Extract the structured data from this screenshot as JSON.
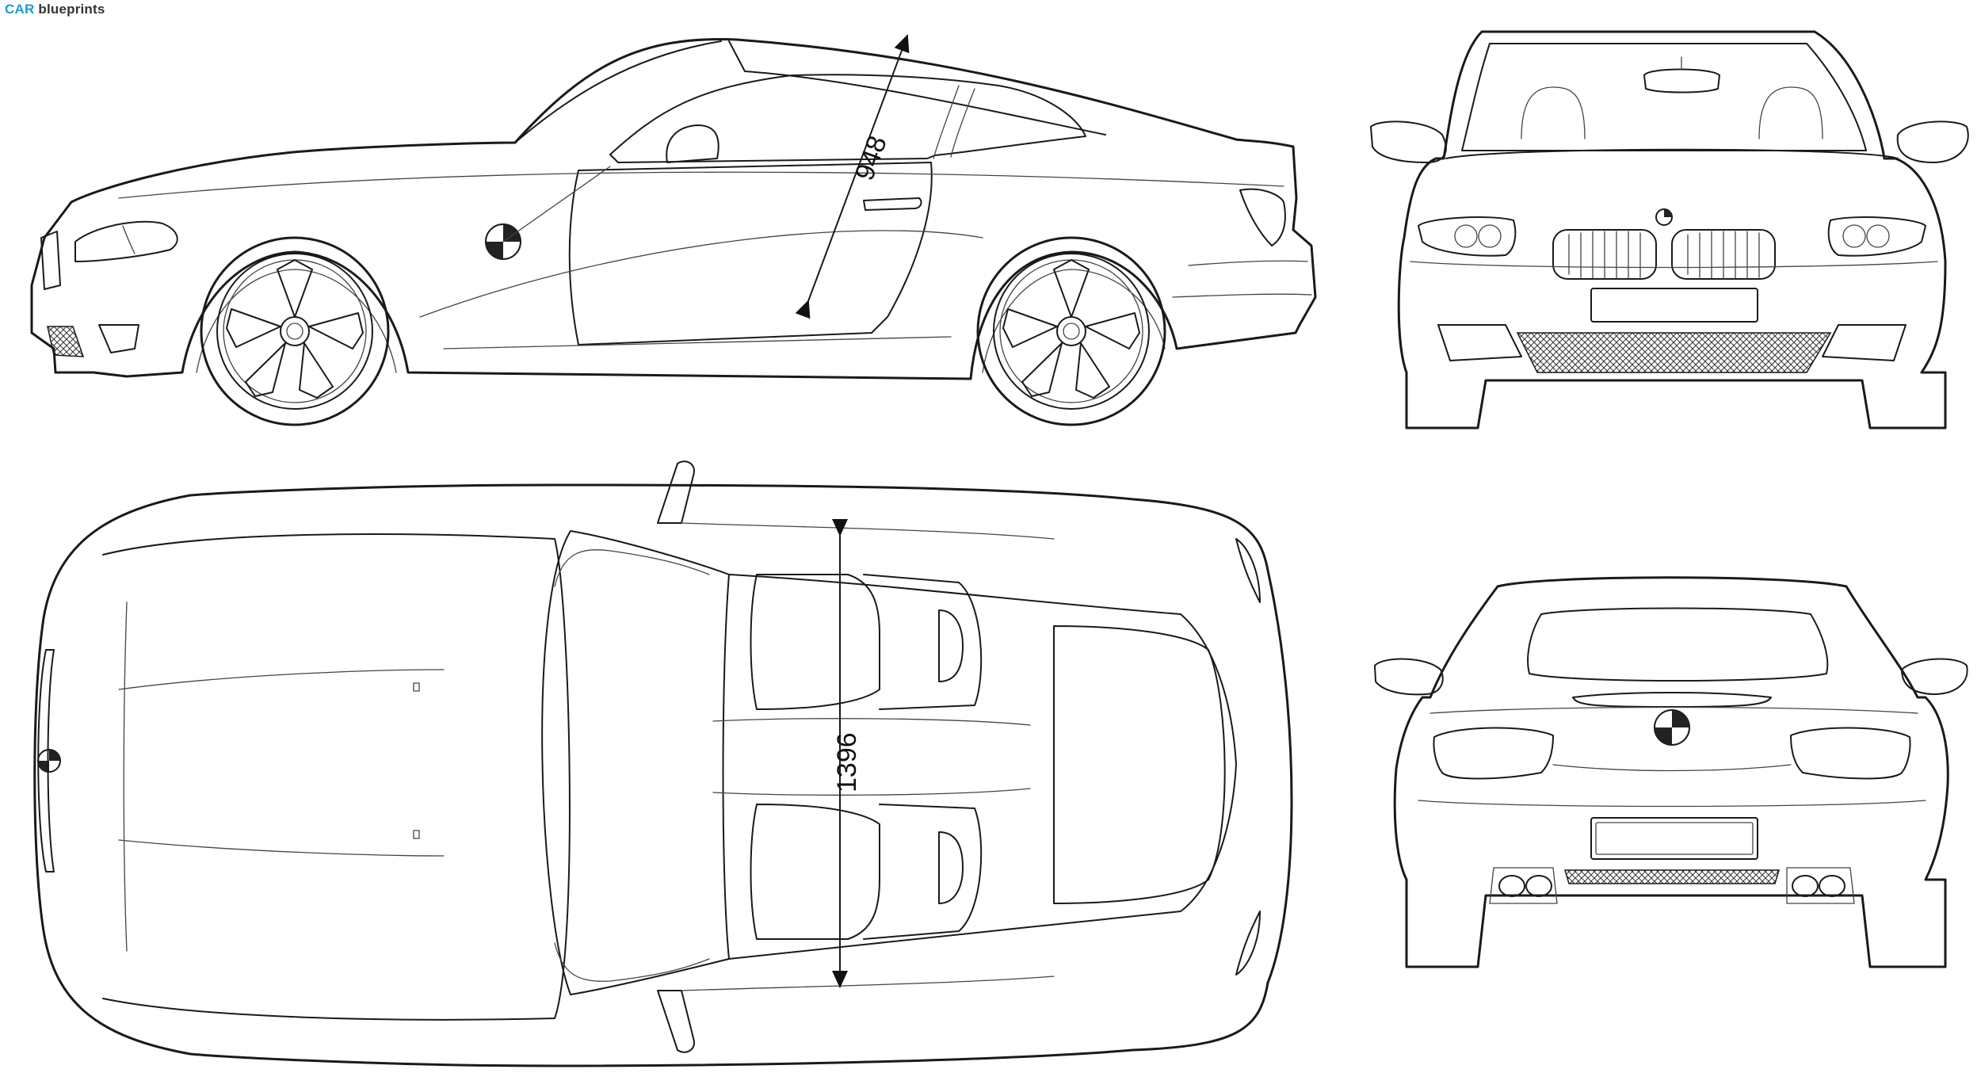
{
  "watermark": {
    "brand_part": "CAR",
    "rest_part": " blueprints"
  },
  "dimensions": {
    "height_label": "948",
    "width_label": "1396"
  },
  "colors": {
    "line": "#1a1a1a",
    "background": "#ffffff",
    "watermark_accent": "#1f9ad6"
  }
}
